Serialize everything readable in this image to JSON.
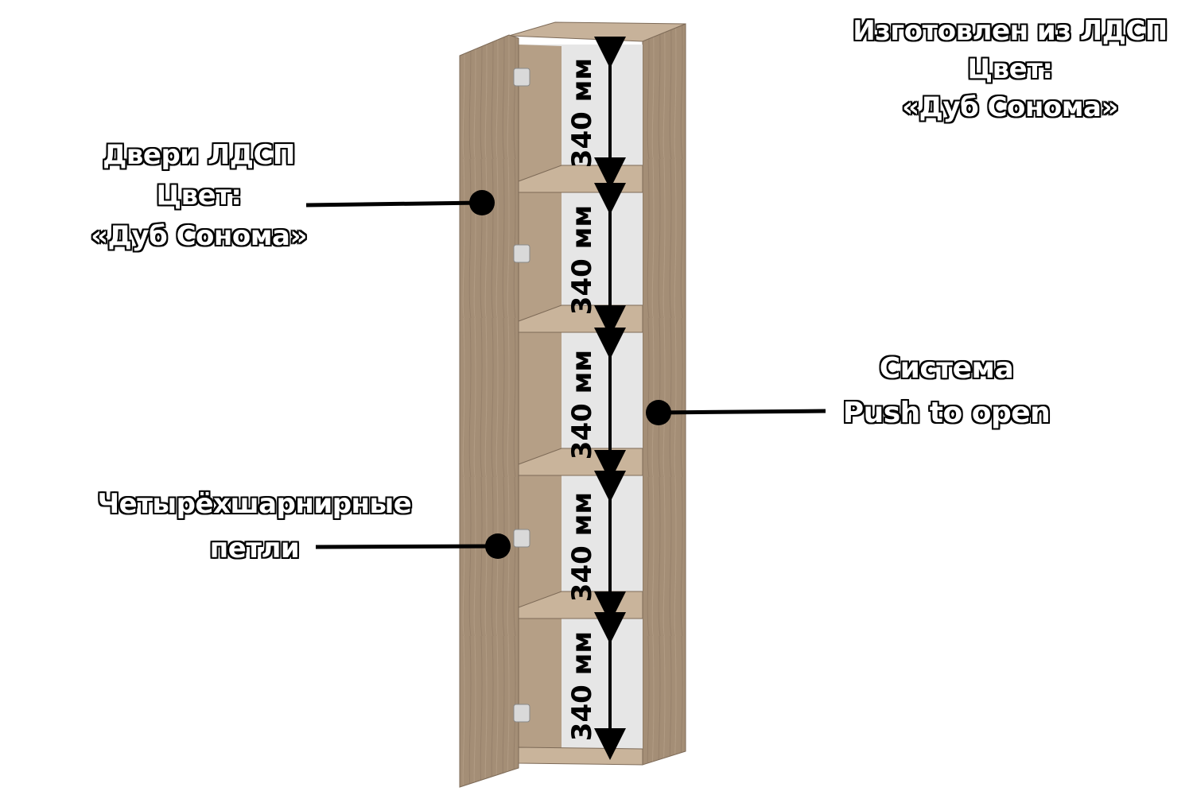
{
  "labels": {
    "material": [
      "Изготовлен из ЛДСП",
      "Цвет:",
      "«Дуб Сонома»"
    ],
    "doors": [
      "Двери ЛДСП",
      "Цвет:",
      "«Дуб Сонома»"
    ],
    "push_system": [
      "Система",
      "Push to open"
    ],
    "hinges": [
      "Четырёхшарнирные",
      "петли"
    ]
  },
  "dimensions": [
    {
      "text": "340 мм"
    },
    {
      "text": "340 мм"
    },
    {
      "text": "340 мм"
    },
    {
      "text": "340 мм"
    },
    {
      "text": "340 мм"
    }
  ],
  "colors": {
    "wood_front": "#a08a73",
    "wood_side": "#b09a82",
    "wood_shelf": "#c2ac92",
    "interior_back": "#eaeaea",
    "pointer": "#000000",
    "label_fill": "#ffffff",
    "label_outline": "#000000"
  }
}
